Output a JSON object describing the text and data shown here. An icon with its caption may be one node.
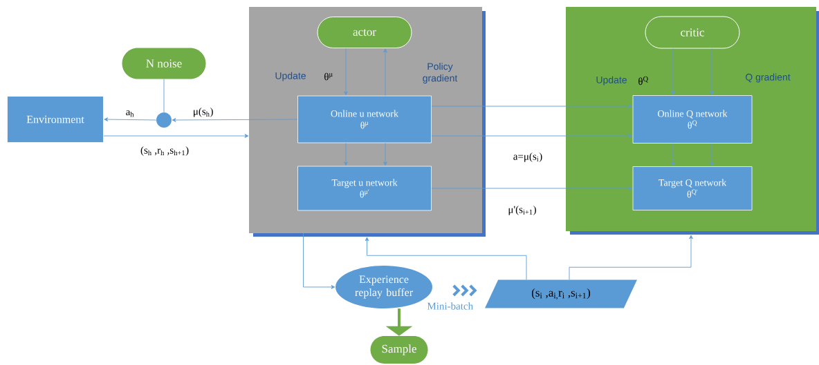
{
  "diagram": {
    "nodes": [
      {
        "text": [],
        "shape": "box"
      },
      {
        "text": [
          "actor"
        ],
        "in": 0
      },
      {
        "text": [
          "Online u network",
          "θ$^{μ}$"
        ],
        "in": 0
      },
      {
        "text": [
          "Target u network",
          "θ$^{μ'}$"
        ],
        "in": 0
      },
      {
        "text": [],
        "shape": "box"
      },
      {
        "text": [
          "critic"
        ],
        "in": 4
      },
      {
        "text": [
          "Online Q network",
          "θ$^{Q}$"
        ],
        "in": 4
      },
      {
        "text": [
          "Target Q network",
          "θ$^{Q'}$"
        ],
        "in": 4
      },
      {
        "text": [
          "Environment"
        ]
      },
      {
        "text": [
          "N noise"
        ]
      },
      {
        "text": [],
        "shape": "circle"
      },
      {
        "text": [
          "Experience replay buffer"
        ]
      },
      {
        "text": [
          "(s$_{i}$ ,a$_{i,}$r$_{i}$ ,s$_{i+1}$)"
        ]
      },
      {
        "text": [
          "Sample"
        ]
      }
    ],
    "edges": [
      {
        "from": 1,
        "to": 2,
        "arrow": "to"
      },
      {
        "from": 2,
        "to": 1,
        "arrow": "to"
      },
      {
        "from": 2,
        "to": 3,
        "arrow": "to"
      },
      {
        "from": 2,
        "to": 3,
        "arrow": "to"
      },
      {
        "from": 5,
        "to": 6,
        "arrow": "to"
      },
      {
        "from": 5,
        "to": 6,
        "arrow": "to"
      },
      {
        "from": 6,
        "to": 7,
        "arrow": "to"
      },
      {
        "from": 6,
        "to": 7,
        "arrow": "to"
      },
      {
        "from": 2,
        "to": 6,
        "arrow": "to"
      },
      {
        "from": 2,
        "to": 6,
        "arrow": "to"
      },
      {
        "from": 3,
        "to": 7,
        "arrow": "to"
      },
      {
        "from": 2,
        "to": 10,
        "arrow": "to",
        "label": "μ(s$_{h}$)"
      },
      {
        "from": 10,
        "to": 8,
        "arrow": "to",
        "label": "a$_{h}$"
      },
      {
        "from": 9,
        "to": 10,
        "arrow": "none"
      },
      {
        "from": 8,
        "to": 0,
        "arrow": "to",
        "label": "(s$_{h}$ ,r$_{h}$ ,s$_{h+1}$)"
      },
      {
        "from": 0,
        "to": 11,
        "arrow": "to"
      },
      {
        "from": 12,
        "to": 0,
        "arrow": "to"
      },
      {
        "from": 12,
        "to": 4,
        "arrow": "to"
      },
      {
        "from": 11,
        "to": 12,
        "arrow": "to",
        "label": "Mini-batch",
        "style": "thick"
      },
      {
        "from": 11,
        "to": 13,
        "arrow": "to",
        "style": "thick",
        "color": "#70ad47"
      }
    ],
    "labels": [
      "Update",
      "θ$^{μ}$",
      "Policy gradient",
      "Update",
      "θ$^{Q}$",
      "Q gradient",
      "a=μ(s$_{i}$)",
      "μ'(s$_{i+1}$)"
    ]
  }
}
